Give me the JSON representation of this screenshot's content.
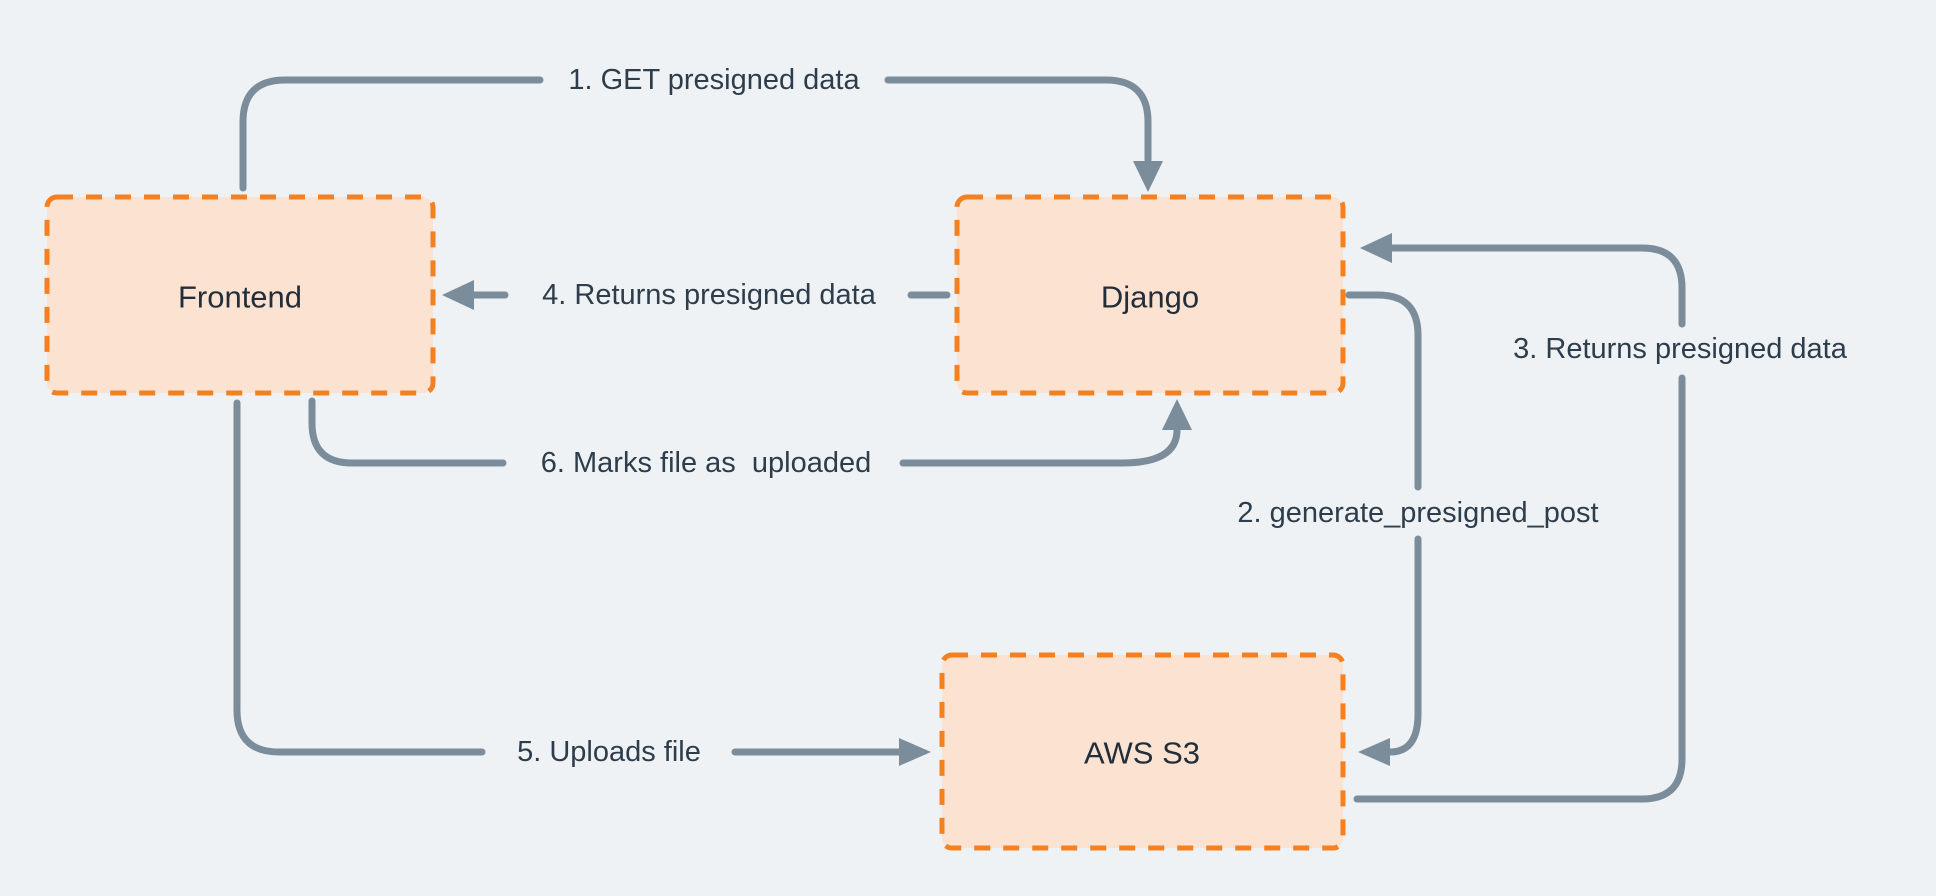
{
  "colors": {
    "background": "#eef2f5",
    "arrow": "#7b8c9b",
    "node_fill": "#fce2d1",
    "node_border": "#f4801f",
    "node_text": "#222e3a",
    "label_text": "#2e3d4b"
  },
  "nodes": [
    {
      "id": "frontend",
      "label": "Frontend"
    },
    {
      "id": "django",
      "label": "Django"
    },
    {
      "id": "aws-s3",
      "label": "AWS S3"
    }
  ],
  "edges": [
    {
      "id": "1",
      "label": "1. GET presigned data",
      "from": "Frontend",
      "to": "Django"
    },
    {
      "id": "2",
      "label": "2. generate_presigned_post",
      "from": "Django",
      "to": "AWS S3"
    },
    {
      "id": "3",
      "label": "3. Returns presigned data",
      "from": "AWS S3",
      "to": "Django"
    },
    {
      "id": "4",
      "label": "4. Returns presigned data",
      "from": "Django",
      "to": "Frontend"
    },
    {
      "id": "5",
      "label": "5. Uploads file",
      "from": "Frontend",
      "to": "AWS S3"
    },
    {
      "id": "6",
      "label": "6. Marks file as  uploaded",
      "from": "Frontend",
      "to": "Django"
    }
  ]
}
